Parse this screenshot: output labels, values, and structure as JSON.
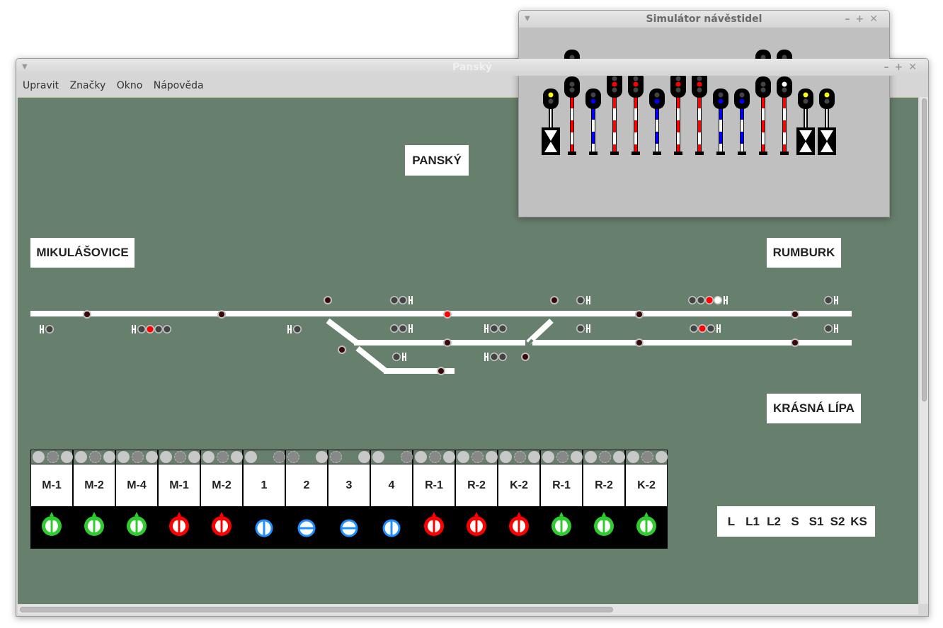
{
  "main_window": {
    "title": "Panský",
    "menu": [
      "Upravit",
      "Značky",
      "Okno",
      "Nápověda"
    ]
  },
  "stations": {
    "center": "PANSKÝ",
    "left": "MIKULÁŠOVICE",
    "right": "RUMBURK",
    "branch": "KRÁSNÁ LÍPA"
  },
  "track_signals": [
    "off",
    "off",
    "off",
    "red",
    "off",
    "off",
    "off",
    "off",
    "off",
    "off",
    "off",
    "off",
    "off"
  ],
  "lamp_groups": [
    [
      "off"
    ],
    [
      "off",
      "red",
      "off",
      "off"
    ],
    [
      "off"
    ],
    [
      "off",
      "off"
    ],
    [
      "off",
      "off"
    ],
    [
      "off"
    ],
    [
      "off",
      "off"
    ],
    [
      "off",
      "off"
    ],
    [
      "off"
    ],
    [
      "off"
    ],
    [
      "off",
      "off",
      "red",
      "white"
    ],
    [
      "off",
      "red",
      "off"
    ],
    [
      "off"
    ],
    [
      "off"
    ]
  ],
  "panel": {
    "columns": [
      {
        "label": "M-1",
        "ind": [
          "l",
          "d",
          "l"
        ],
        "knob": "green"
      },
      {
        "label": "M-2",
        "ind": [
          "l",
          "d",
          "l"
        ],
        "knob": "green"
      },
      {
        "label": "M-4",
        "ind": [
          "l",
          "d",
          "l"
        ],
        "knob": "green"
      },
      {
        "label": "M-1",
        "ind": [
          "l",
          "d",
          "l"
        ],
        "knob": "red"
      },
      {
        "label": "M-2",
        "ind": [
          "l",
          "d",
          "l"
        ],
        "knob": "red"
      },
      {
        "label": "1",
        "ind": [
          "l",
          "-",
          "d"
        ],
        "knob": "blue-v"
      },
      {
        "label": "2",
        "ind": [
          "d",
          "-",
          "l"
        ],
        "knob": "blue-h"
      },
      {
        "label": "3",
        "ind": [
          "d",
          "-",
          "l"
        ],
        "knob": "blue-h"
      },
      {
        "label": "4",
        "ind": [
          "l",
          "-",
          "d"
        ],
        "knob": "blue-v"
      },
      {
        "label": "R-1",
        "ind": [
          "l",
          "d",
          "l"
        ],
        "knob": "red"
      },
      {
        "label": "R-2",
        "ind": [
          "l",
          "d",
          "l"
        ],
        "knob": "red"
      },
      {
        "label": "K-2",
        "ind": [
          "l",
          "d",
          "l"
        ],
        "knob": "red"
      },
      {
        "label": "R-1",
        "ind": [
          "l",
          "d",
          "l"
        ],
        "knob": "green"
      },
      {
        "label": "R-2",
        "ind": [
          "l",
          "d",
          "l"
        ],
        "knob": "green"
      },
      {
        "label": "K-2",
        "ind": [
          "l",
          "d",
          "l"
        ],
        "knob": "green"
      }
    ]
  },
  "routes": {
    "items": [
      {
        "label": "L",
        "signal": "off",
        "lamp": "l"
      },
      {
        "label": "L1",
        "signal": "off",
        "lamp": "l"
      },
      {
        "label": "L2",
        "signal": "off",
        "lamp": "l"
      },
      {
        "label": "S",
        "signal": "white",
        "lamp": "d"
      },
      {
        "label": "S1",
        "signal": "off",
        "lamp": "l"
      },
      {
        "label": "S2",
        "signal": "off",
        "lamp": "l"
      },
      {
        "label": "KS",
        "signal": "off",
        "lamp": "l"
      }
    ]
  },
  "simulator": {
    "title": "Simulátor návěstidel",
    "signals": [
      {
        "type": "dwarf",
        "lamps": [
          "yellow",
          "off"
        ]
      },
      {
        "type": "double",
        "pole": "red",
        "top": [
          "off",
          "off",
          "red"
        ],
        "bottom": [
          "off",
          "off"
        ]
      },
      {
        "type": "two",
        "pole": "blue",
        "lamps": [
          "off",
          "blue"
        ]
      },
      {
        "type": "three",
        "pole": "red",
        "lamps": [
          "off",
          "red",
          "off"
        ]
      },
      {
        "type": "three",
        "pole": "red",
        "lamps": [
          "off",
          "red",
          "off"
        ]
      },
      {
        "type": "two",
        "pole": "blue",
        "lamps": [
          "off",
          "blue"
        ]
      },
      {
        "type": "three",
        "pole": "red",
        "lamps": [
          "off",
          "red",
          "off"
        ]
      },
      {
        "type": "three",
        "pole": "red",
        "lamps": [
          "off",
          "red",
          "off"
        ]
      },
      {
        "type": "two",
        "pole": "blue",
        "lamps": [
          "off",
          "blue"
        ]
      },
      {
        "type": "two",
        "pole": "blue",
        "lamps": [
          "off",
          "blue"
        ]
      },
      {
        "type": "double",
        "pole": "red",
        "top": [
          "off",
          "off",
          "red"
        ],
        "bottom": [
          "off",
          "off"
        ]
      },
      {
        "type": "double",
        "pole": "red",
        "top": [
          "off",
          "off",
          "red"
        ],
        "bottom": [
          "white",
          "off"
        ]
      },
      {
        "type": "dwarf",
        "lamps": [
          "yellow",
          "off"
        ]
      },
      {
        "type": "dwarf",
        "lamps": [
          "yellow",
          "off"
        ]
      }
    ]
  },
  "colors": {
    "canvas": "#677f6d",
    "off": "#444444",
    "red": "#ff0000",
    "white": "#ffffff",
    "yellow": "#ffff00",
    "blue": "#0000ff",
    "green": "#2ecc2e",
    "knob_blue": "#1e90ff",
    "lamp_light": "#c8c8c8",
    "lamp_dark": "#888888"
  }
}
